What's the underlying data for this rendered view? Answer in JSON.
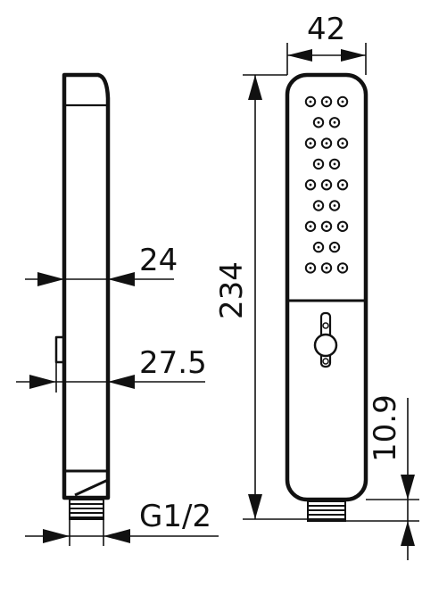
{
  "dimensions": {
    "head_width": "42",
    "total_length": "234",
    "side_depth_top": "24",
    "side_depth_button": "27.5",
    "connector_thread": "G1/2",
    "connector_height": "10.9"
  },
  "nozzle_rows": [
    3,
    2,
    3,
    2,
    3,
    2,
    3,
    2,
    3
  ]
}
